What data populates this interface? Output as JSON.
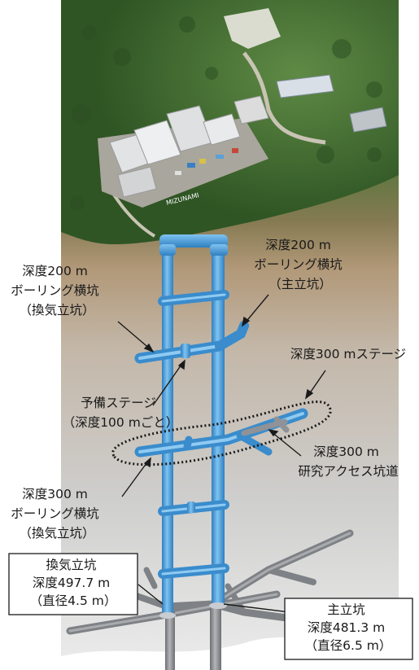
{
  "labels": {
    "boring_200_vent": [
      "深度200 m",
      "ボーリング横坑",
      "（換気立坑）"
    ],
    "boring_200_main": [
      "深度200 m",
      "ボーリング横坑",
      "（主立坑）"
    ],
    "stage_300": [
      "深度300 mステージ"
    ],
    "spare_stage": [
      "予備ステージ",
      "（深度100 mごと）"
    ],
    "research_300": [
      "深度300 m",
      "研究アクセス坑道"
    ],
    "boring_300_vent": [
      "深度300 m",
      "ボーリング横坑",
      "（換気立坑）"
    ],
    "vent_shaft": [
      "換気立坑",
      "深度497.7 m",
      "（直径4.5 m）"
    ],
    "main_shaft": [
      "主立坑",
      "深度481.3 m",
      "（直径6.5 m）"
    ]
  },
  "photo": {
    "sign_text": "MIZUNAMI"
  },
  "colors": {
    "shaft_blue": "#4f9fd8",
    "shaft_grey": "#8f9296",
    "forest": "#3f6a2f",
    "soil": "#b19878"
  }
}
